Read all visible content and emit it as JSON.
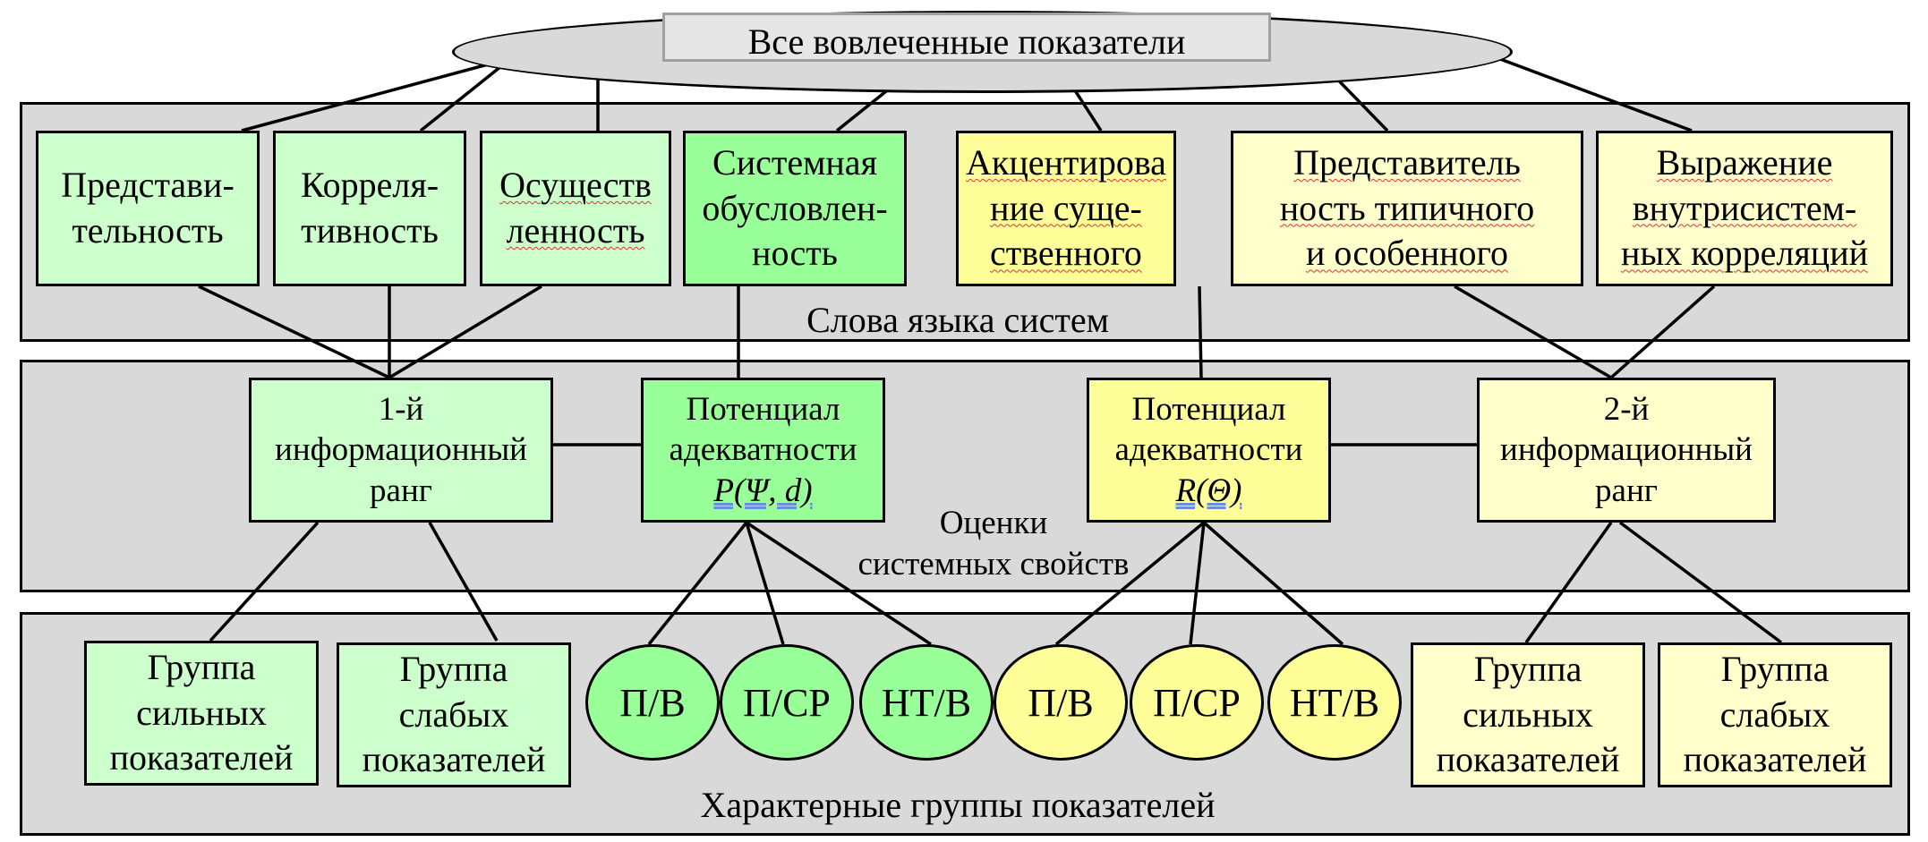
{
  "top": {
    "label": "Все вовлеченные показатели"
  },
  "band1": {
    "caption": "Слова языка систем",
    "boxes": [
      {
        "label": "Представи-\nтельность"
      },
      {
        "label": "Корреля-\nтивность"
      },
      {
        "label": "Осуществ\nленность"
      },
      {
        "label": "Системная\nобусловлен-\nность"
      },
      {
        "label": "Акцентирова\nние суще-\nственного"
      },
      {
        "label": "Представитель\nность типичного\nи особенного"
      },
      {
        "label": "Выражение\nвнутрисистем-\nных корреляций"
      }
    ]
  },
  "band2": {
    "caption": "Оценки\nсистемных свойств",
    "rank1": "1-й\nинформационный\nранг",
    "potential1": {
      "line1": "Потенциал",
      "line2": "адекватности",
      "formula": "P(Ψ, d)"
    },
    "potential2": {
      "line1": "Потенциал",
      "line2": "адекватности",
      "formula": "R(Θ)"
    },
    "rank2": "2-й\nинформационный\nранг"
  },
  "band3": {
    "caption": "Характерные группы показателей",
    "left_groups": [
      "Группа\nсильных\nпоказателей",
      "Группа\nслабых\nпоказателей"
    ],
    "circles": [
      "П/В",
      "П/СР",
      "НТ/В",
      "П/В",
      "П/СР",
      "НТ/В"
    ],
    "right_groups": [
      "Группа\nсильных\nпоказателей",
      "Группа\nслабых\nпоказателей"
    ]
  },
  "colors": {
    "band": "#d9d9d9",
    "green_light": "#ccffcc",
    "green_dark": "#99ff99",
    "yellow_light": "#ffffcc",
    "yellow_dark": "#ffff99"
  }
}
